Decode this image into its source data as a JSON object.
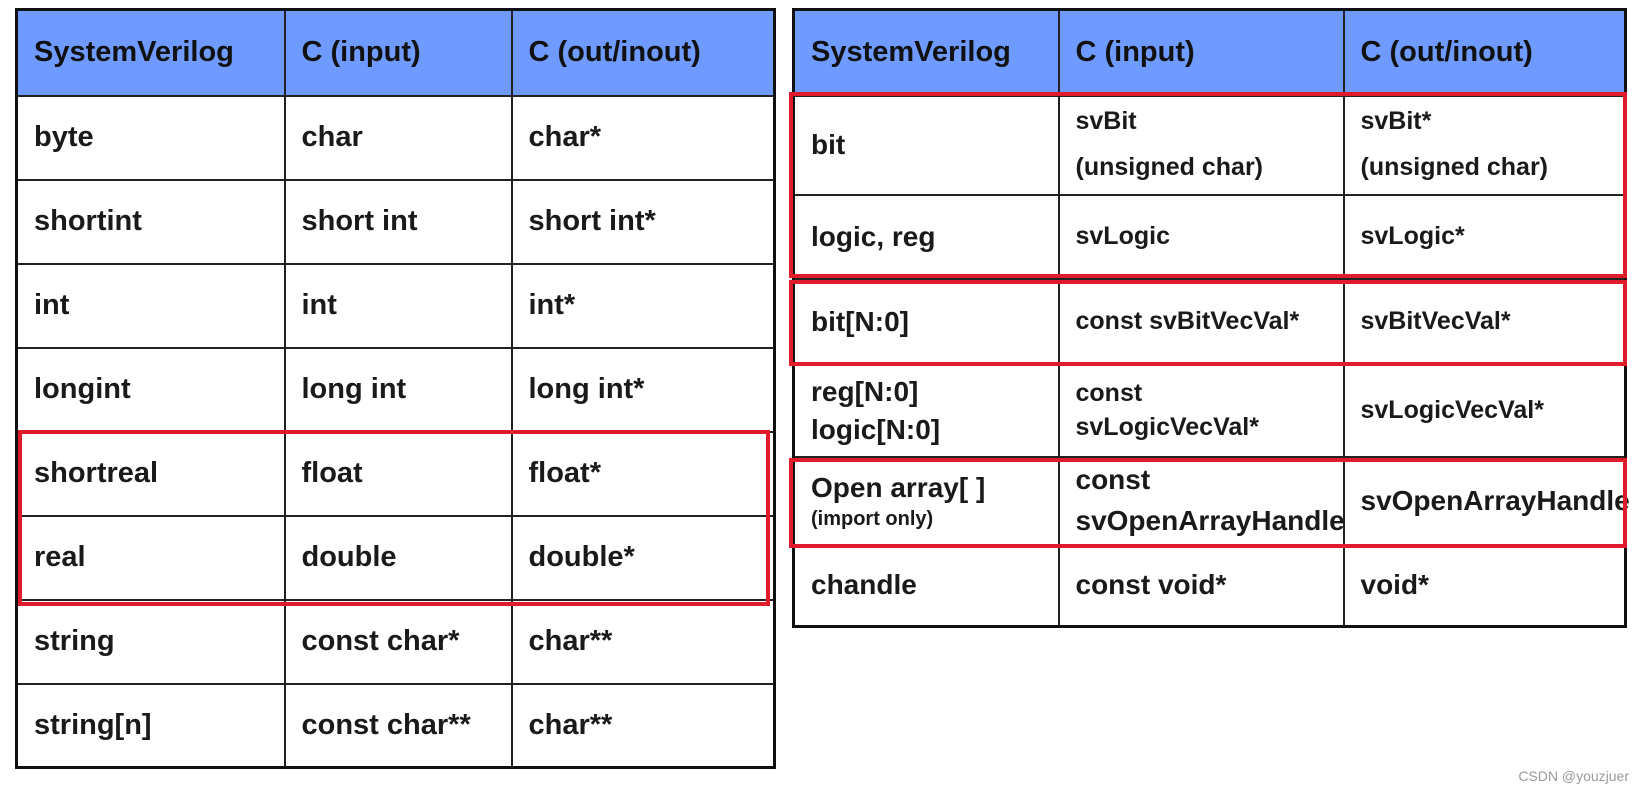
{
  "left_table": {
    "headers": [
      "SystemVerilog",
      "C (input)",
      "C (out/inout)"
    ],
    "rows": [
      [
        "byte",
        "char",
        "char*"
      ],
      [
        "shortint",
        "short int",
        "short int*"
      ],
      [
        "int",
        "int",
        "int*"
      ],
      [
        "longint",
        "long int",
        "long int*"
      ],
      [
        "shortreal",
        "float",
        "float*"
      ],
      [
        "real",
        "double",
        "double*"
      ],
      [
        "string",
        "const char*",
        "char**"
      ],
      [
        "string[n]",
        "const char**",
        "char**"
      ]
    ]
  },
  "right_table": {
    "headers": [
      "SystemVerilog",
      "C (input)",
      "C (out/inout)"
    ],
    "rows": {
      "bit": {
        "sv": "bit",
        "in1": "svBit",
        "in2": "(unsigned  char)",
        "out1": "svBit*",
        "out2": "(unsigned char)"
      },
      "logic": {
        "sv": "logic, reg",
        "in": "svLogic",
        "out": "svLogic*"
      },
      "bitvec": {
        "sv": "bit[N:0]",
        "in": "const svBitVecVal*",
        "out": "svBitVecVal*"
      },
      "regvec": {
        "sv1": "reg[N:0]",
        "sv2": "logic[N:0]",
        "in1": "const",
        "in2": "svLogicVecVal*",
        "out": "svLogicVecVal*"
      },
      "openarray": {
        "sv": "Open array[ ]",
        "sv_note": "(import only)",
        "in1": "const",
        "in2": "svOpenArrayHandle",
        "out": "svOpenArrayHandle"
      },
      "chandle": {
        "sv": "chandle",
        "in": "const void*",
        "out": "void*"
      }
    }
  },
  "highlight_color": "#e01b2b",
  "header_color": "#6f9aff",
  "watermark": "CSDN @youzjuer"
}
